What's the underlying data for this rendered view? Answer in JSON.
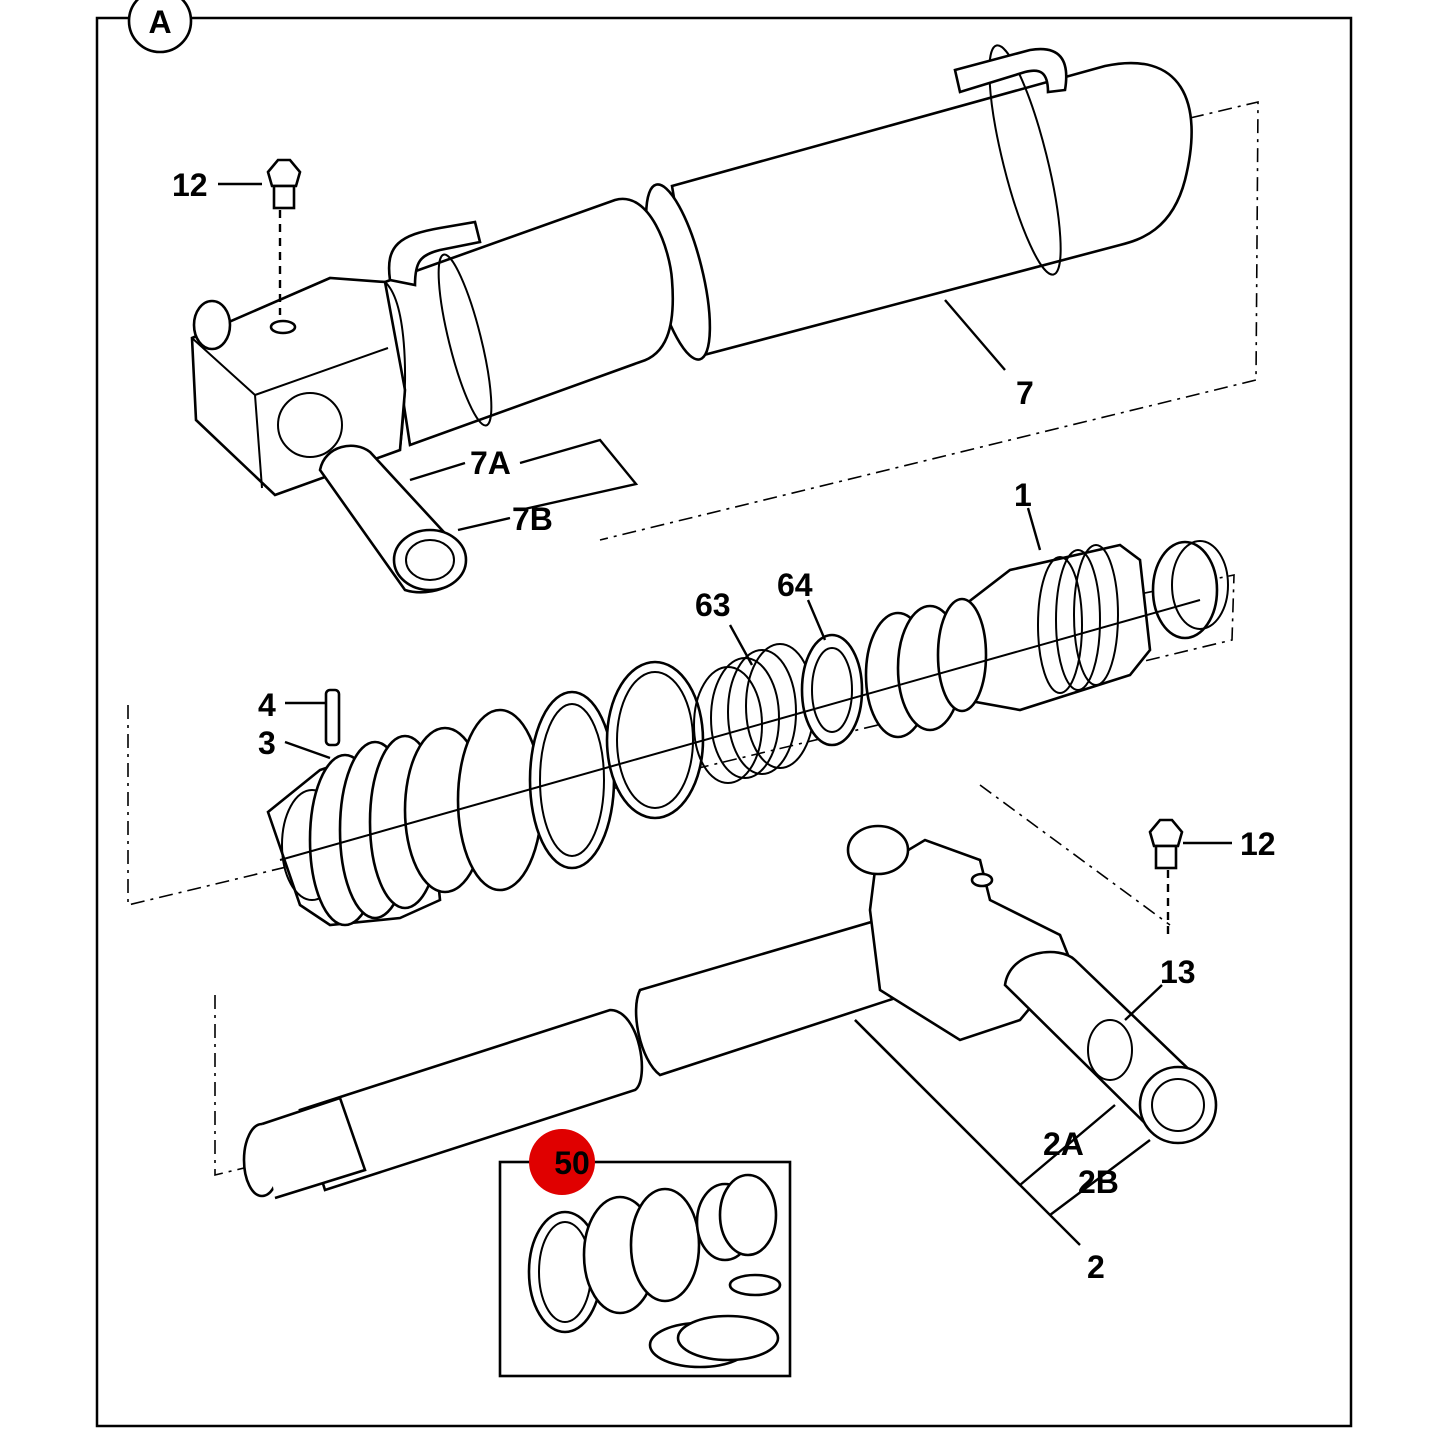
{
  "view_label": "A",
  "callouts": {
    "c12_top": "12",
    "c7": "7",
    "c7a": "7A",
    "c7b": "7B",
    "c1": "1",
    "c63": "63",
    "c64": "64",
    "c4": "4",
    "c3": "3",
    "c12_right": "12",
    "c13": "13",
    "c2a": "2A",
    "c2b": "2B",
    "c2": "2",
    "c50": "50"
  },
  "colors": {
    "highlight": "#e00000",
    "line": "#000000",
    "background": "#ffffff"
  }
}
